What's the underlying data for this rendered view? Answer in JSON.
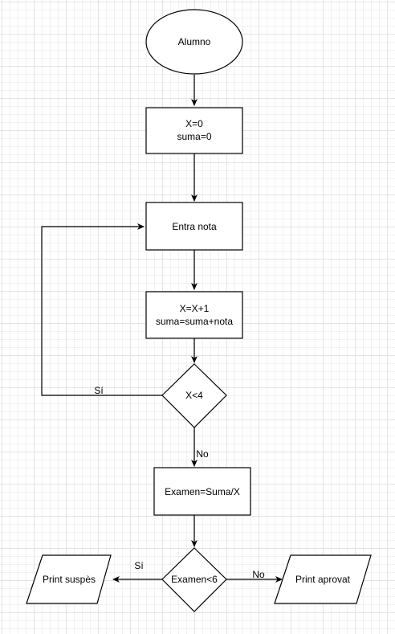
{
  "nodes": {
    "start": {
      "label": "Alumno"
    },
    "init": {
      "line1": "X=0",
      "line2": "suma=0"
    },
    "input": {
      "label": "Entra nota"
    },
    "update": {
      "line1": "X=X+1",
      "line2": "suma=suma+nota"
    },
    "loop_check": {
      "label": "X<4"
    },
    "compute": {
      "label": "Examen=Suma/X"
    },
    "grade_check": {
      "label": "Examen<6"
    },
    "fail_output": {
      "label": "Print suspès"
    },
    "pass_output": {
      "label": "Print aprovat"
    }
  },
  "edges": {
    "loop_yes": "Sí",
    "loop_no": "No",
    "grade_yes": "Sí",
    "grade_no": "No"
  },
  "colors": {
    "stroke": "#000000",
    "fill": "#ffffff",
    "grid": "#e3e3e3"
  }
}
